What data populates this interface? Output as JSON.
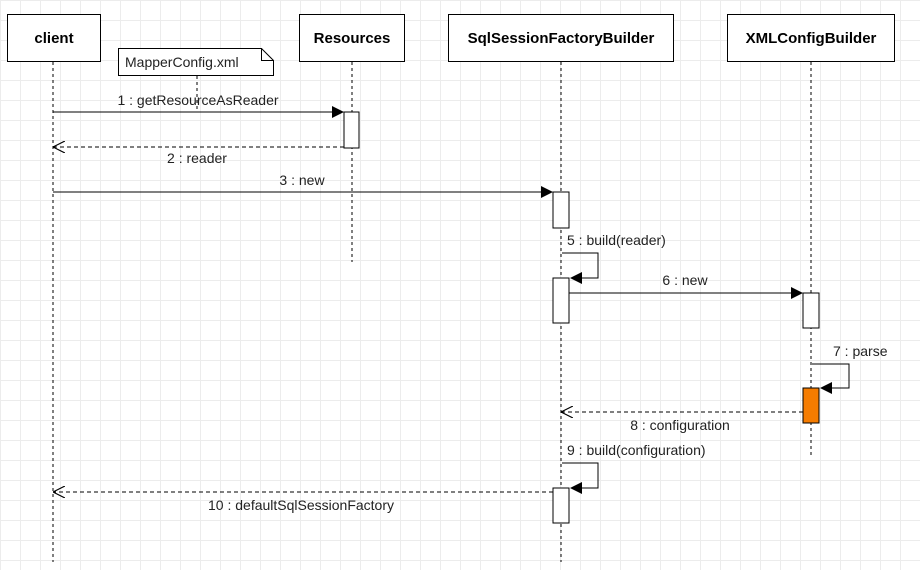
{
  "participants": [
    {
      "id": "client",
      "name": "client"
    },
    {
      "id": "resources",
      "name": "Resources"
    },
    {
      "id": "sqlsessionfactorybuilder",
      "name": "SqlSessionFactoryBuilder"
    },
    {
      "id": "xmlconfigbuilder",
      "name": "XMLConfigBuilder"
    }
  ],
  "note": {
    "text": "MapperConfig.xml"
  },
  "messages": [
    {
      "label": "1 : getResourceAsReader",
      "from": "client",
      "to": "resources",
      "kind": "call"
    },
    {
      "label": "2 : reader",
      "from": "resources",
      "to": "client",
      "kind": "return"
    },
    {
      "label": "3 : new",
      "from": "client",
      "to": "sqlsessionfactorybuilder",
      "kind": "call"
    },
    {
      "label": "5 : build(reader)",
      "from": "sqlsessionfactorybuilder",
      "to": "sqlsessionfactorybuilder",
      "kind": "self"
    },
    {
      "label": "6 : new",
      "from": "sqlsessionfactorybuilder",
      "to": "xmlconfigbuilder",
      "kind": "call"
    },
    {
      "label": "7 : parse",
      "from": "xmlconfigbuilder",
      "to": "xmlconfigbuilder",
      "kind": "self"
    },
    {
      "label": "8 : configuration",
      "from": "xmlconfigbuilder",
      "to": "sqlsessionfactorybuilder",
      "kind": "return"
    },
    {
      "label": "9 : build(configuration)",
      "from": "sqlsessionfactorybuilder",
      "to": "sqlsessionfactorybuilder",
      "kind": "self"
    },
    {
      "label": "10 : defaultSqlSessionFactory",
      "from": "sqlsessionfactorybuilder",
      "to": "client",
      "kind": "return"
    }
  ],
  "colors": {
    "line": "#000000",
    "highlight_activation": "#f57c00",
    "activation_fill": "#ffffff"
  }
}
